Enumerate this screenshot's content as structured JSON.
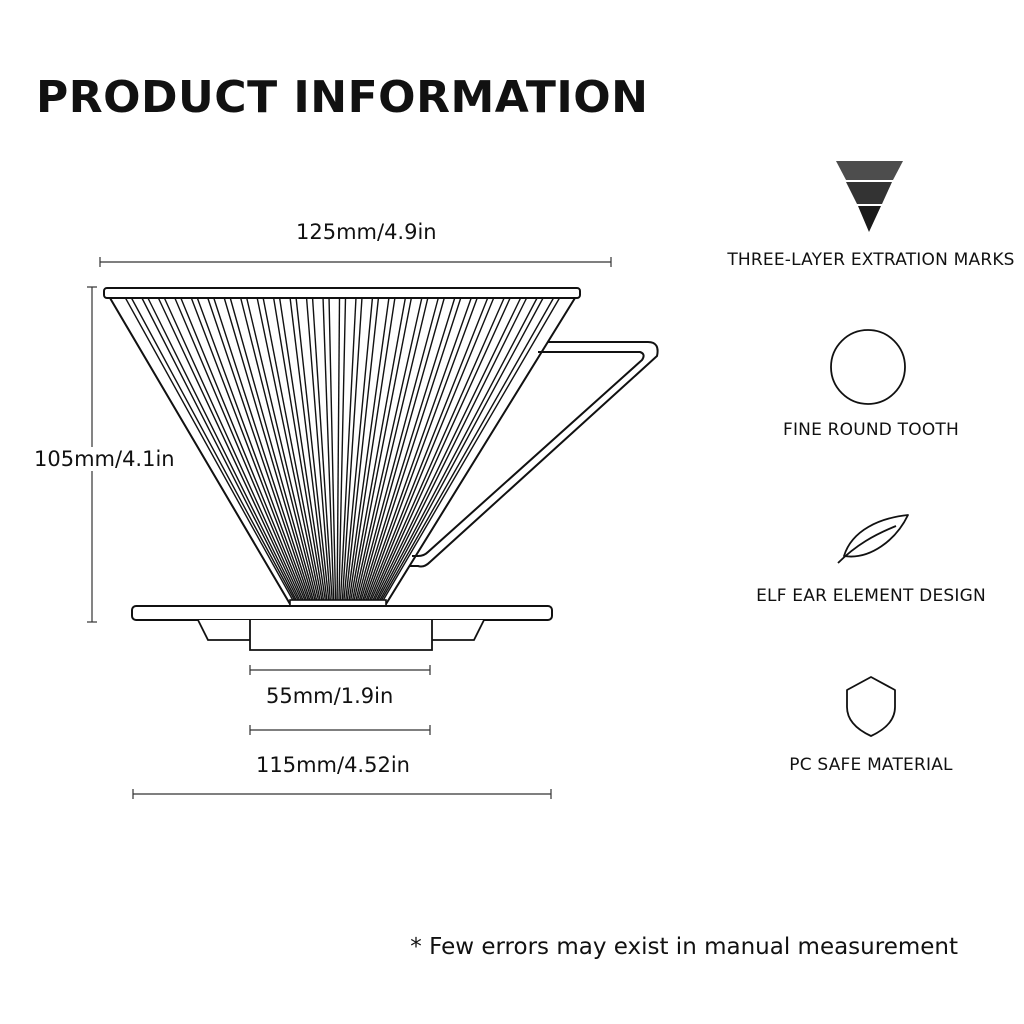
{
  "title": "PRODUCT INFORMATION",
  "dimensions": {
    "top_width": "125mm/4.9in",
    "height": "105mm/4.1in",
    "base_width": "55mm/1.9in",
    "plate_width": "115mm/4.52in"
  },
  "features": [
    {
      "icon": "three-layer-triangle-icon",
      "label": "THREE-LAYER EXTRATION MARKS"
    },
    {
      "icon": "circle-icon",
      "label": "FINE ROUND TOOTH"
    },
    {
      "icon": "leaf-icon",
      "label": "ELF EAR ELEMENT DESIGN"
    },
    {
      "icon": "shield-icon",
      "label": "PC SAFE MATERIAL"
    }
  ],
  "footnote": "* Few errors may exist in manual measurement",
  "colors": {
    "ink": "#111111",
    "triangle_dark": "#1a1a1a",
    "triangle_mid": "#333333",
    "triangle_light": "#4d4d4d"
  }
}
